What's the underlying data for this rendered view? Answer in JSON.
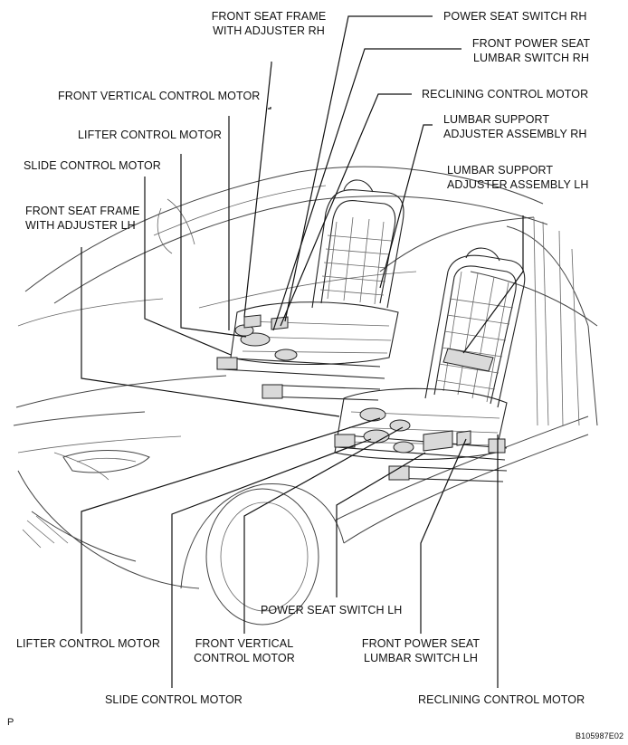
{
  "labels": {
    "front_seat_frame_rh": [
      "FRONT SEAT FRAME",
      "WITH ADJUSTER RH"
    ],
    "power_seat_switch_rh": "POWER SEAT SWITCH RH",
    "front_power_seat_lumbar_switch_rh": [
      "FRONT POWER SEAT",
      "LUMBAR SWITCH RH"
    ],
    "front_vertical_control_motor_top": "FRONT VERTICAL CONTROL MOTOR",
    "reclining_control_motor_top": "RECLINING CONTROL MOTOR",
    "lifter_control_motor_top": "LIFTER CONTROL MOTOR",
    "lumbar_support_adjuster_rh": [
      "LUMBAR SUPPORT",
      "ADJUSTER ASSEMBLY RH"
    ],
    "slide_control_motor_top": "SLIDE CONTROL MOTOR",
    "lumbar_support_adjuster_lh": [
      "LUMBAR SUPPORT",
      "ADJUSTER ASSEMBLY LH"
    ],
    "front_seat_frame_lh": [
      "FRONT SEAT FRAME",
      "WITH ADJUSTER LH"
    ],
    "power_seat_switch_lh": "POWER SEAT SWITCH LH",
    "lifter_control_motor_bottom": "LIFTER CONTROL MOTOR",
    "front_vertical_control_motor_bottom": [
      "FRONT VERTICAL",
      "CONTROL MOTOR"
    ],
    "front_power_seat_lumbar_switch_lh": [
      "FRONT POWER SEAT",
      "LUMBAR SWITCH LH"
    ],
    "slide_control_motor_bottom": "SLIDE CONTROL MOTOR",
    "reclining_control_motor_bottom": "RECLINING CONTROL MOTOR",
    "corner_mark": "P",
    "figure_code": "B105987E02"
  }
}
